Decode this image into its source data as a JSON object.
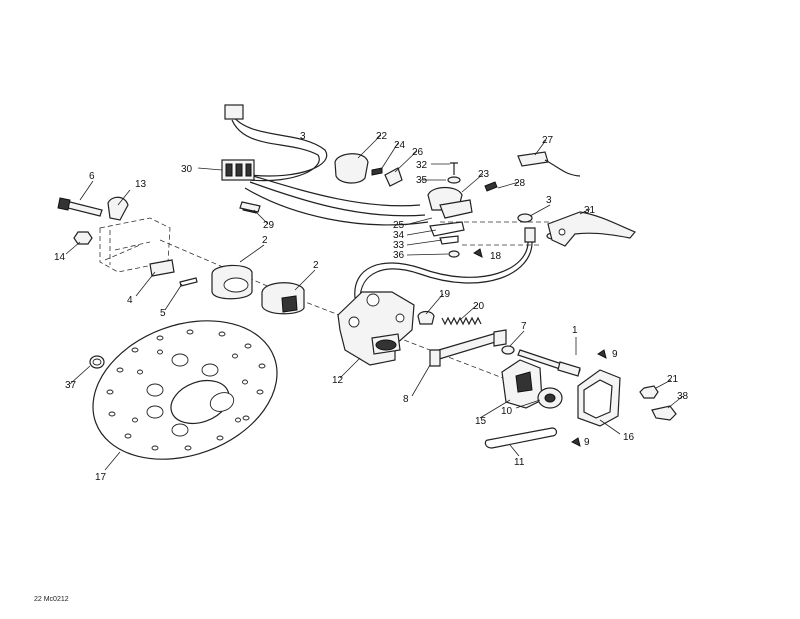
{
  "diagram": {
    "drawing_code": "22 Mc0212",
    "callouts": [
      "1",
      "2",
      "2",
      "3",
      "3",
      "4",
      "5",
      "6",
      "7",
      "8",
      "9",
      "9",
      "10",
      "11",
      "12",
      "13",
      "14",
      "15",
      "16",
      "17",
      "18",
      "19",
      "20",
      "21",
      "22",
      "23",
      "24",
      "25",
      "26",
      "27",
      "28",
      "29",
      "30",
      "31",
      "32",
      "33",
      "34",
      "35",
      "36",
      "37",
      "38"
    ]
  }
}
